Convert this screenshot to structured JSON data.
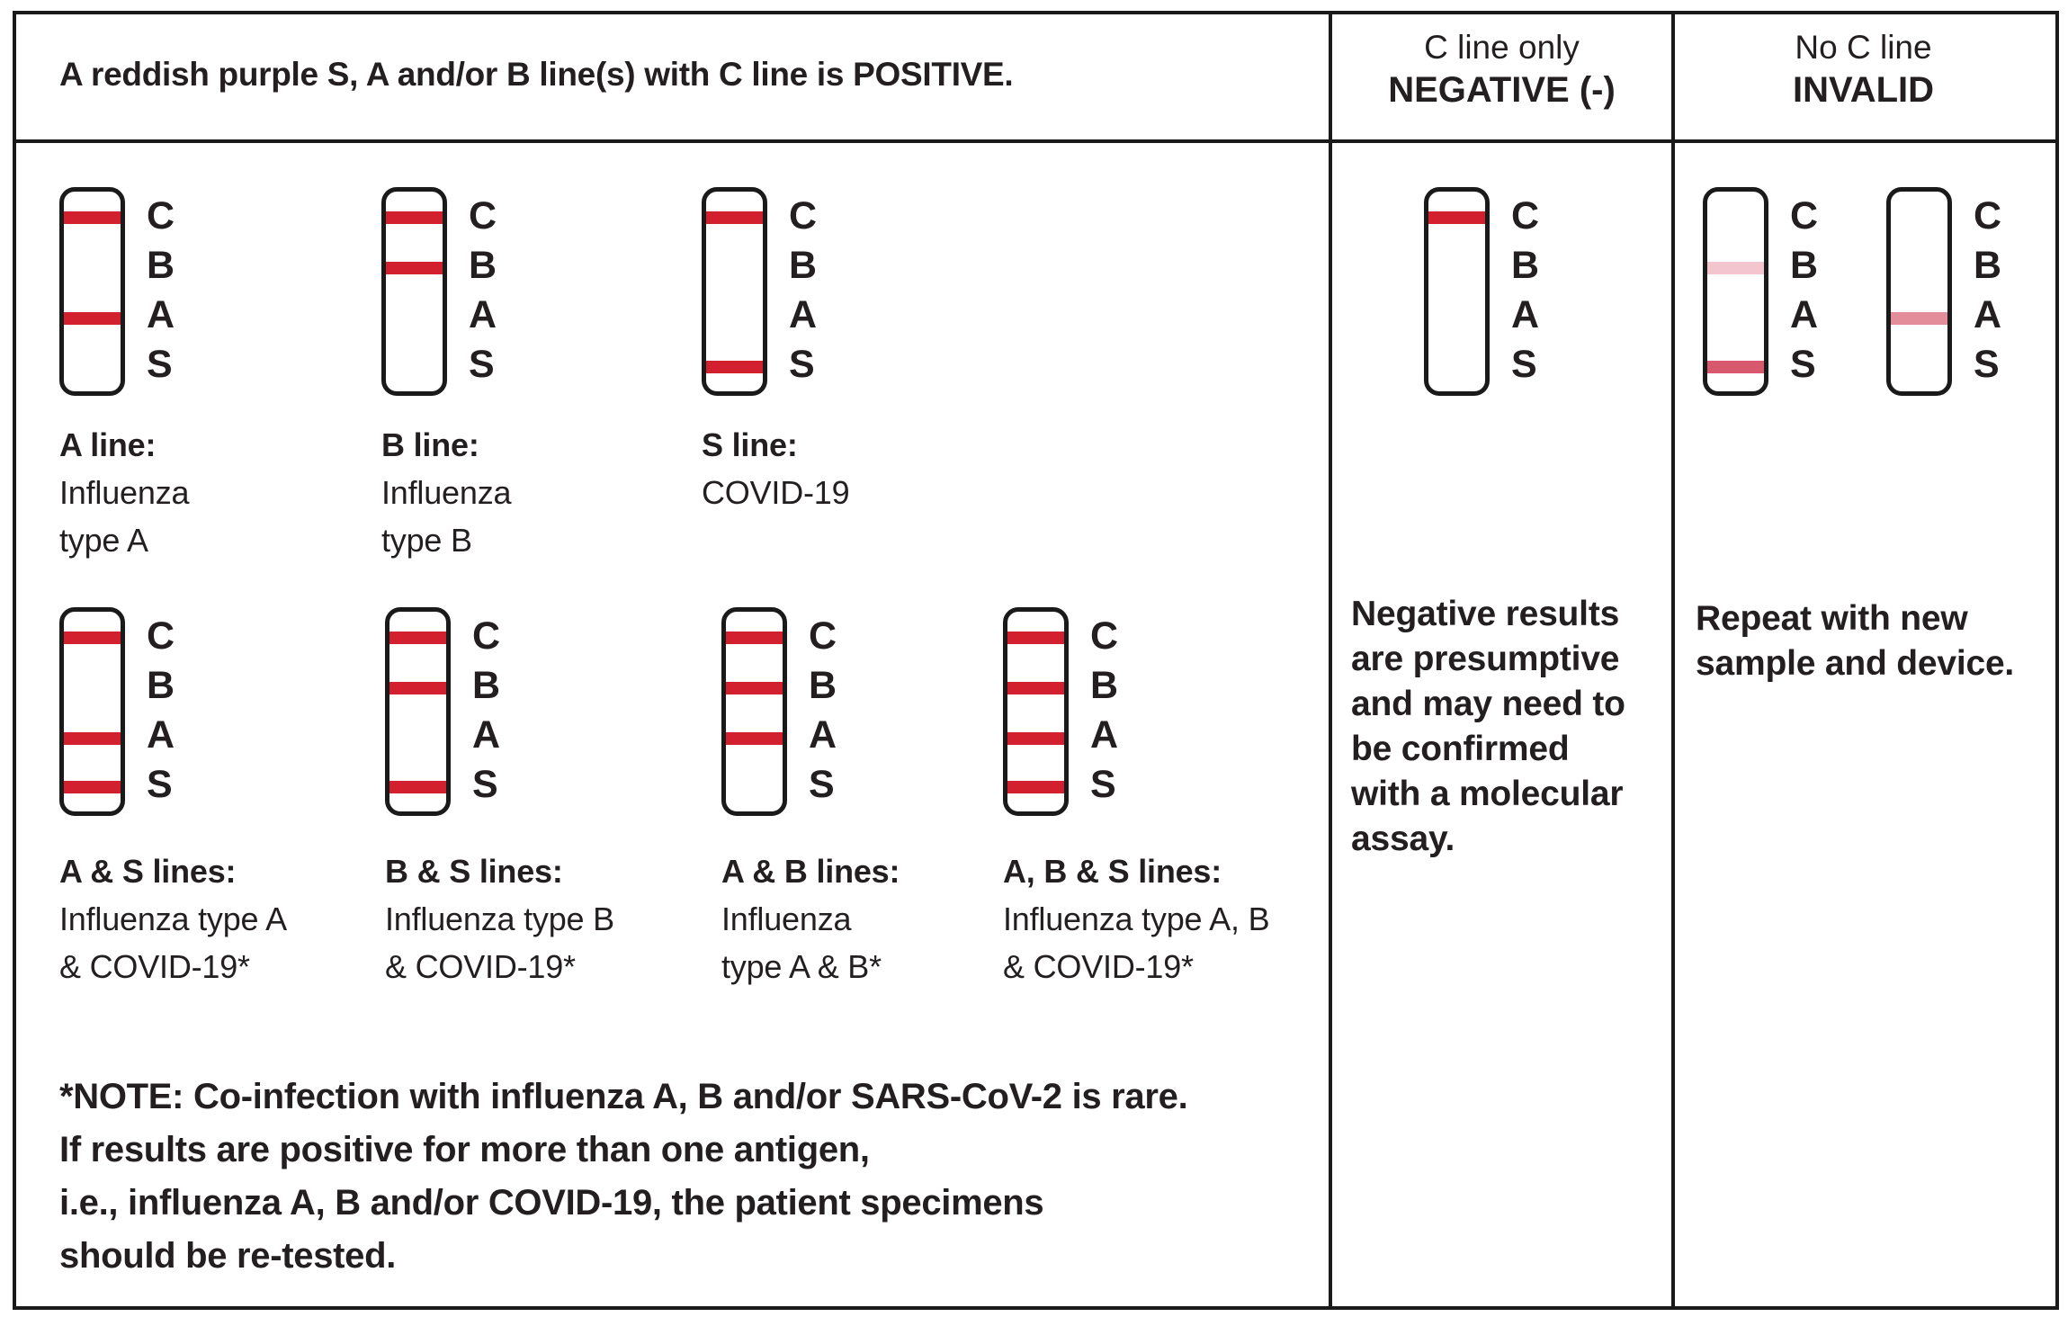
{
  "colors": {
    "line_red": "#d2202f",
    "line_pale_pink": "#f3c6cf",
    "line_medium_pink": "#d8596d",
    "line_light_pink": "#e38d9b",
    "ink": "#231f20",
    "border": "#1a1a1a"
  },
  "header": {
    "positive": "A reddish purple S, A and/or B line(s) with C line is POSITIVE.",
    "negative_line1": "C line only",
    "negative_line2": "NEGATIVE (-)",
    "invalid_line1": "No C line",
    "invalid_line2": "INVALID"
  },
  "strip_labels": [
    "C",
    "B",
    "A",
    "S"
  ],
  "positive": {
    "examples": [
      {
        "lines": [
          "C",
          "A"
        ],
        "title": "A line:",
        "desc": [
          "Influenza",
          "type A"
        ]
      },
      {
        "lines": [
          "C",
          "B"
        ],
        "title": "B line:",
        "desc": [
          "Influenza",
          "type B"
        ]
      },
      {
        "lines": [
          "C",
          "S"
        ],
        "title": "S line:",
        "desc": [
          "COVID-19"
        ]
      },
      {
        "lines": [
          "C",
          "A",
          "S"
        ],
        "title": "A & S lines:",
        "desc": [
          "Influenza type A",
          "& COVID-19*"
        ]
      },
      {
        "lines": [
          "C",
          "B",
          "S"
        ],
        "title": "B & S lines:",
        "desc": [
          "Influenza type B",
          "& COVID-19*"
        ]
      },
      {
        "lines": [
          "C",
          "B",
          "A"
        ],
        "title": "A & B lines:",
        "desc": [
          "Influenza",
          "type A & B*"
        ]
      },
      {
        "lines": [
          "C",
          "B",
          "A",
          "S"
        ],
        "title": "A, B & S lines:",
        "desc": [
          "Influenza type A, B",
          "& COVID-19*"
        ]
      }
    ],
    "note_lines": [
      "*NOTE: Co-infection with influenza A, B and/or SARS-CoV-2 is rare.",
      "If results are positive for more than one antigen,",
      "i.e., influenza A, B and/or COVID-19, the patient specimens",
      "should be re-tested."
    ]
  },
  "negative": {
    "strip_lines": [
      "C"
    ],
    "text_lines": [
      "Negative results",
      "are presumptive",
      "and may need to",
      "be confirmed",
      "with a molecular",
      "assay."
    ]
  },
  "invalid": {
    "strips": [
      {
        "lines": [
          {
            "position": "B",
            "shade": "pale_pink"
          },
          {
            "position": "S",
            "shade": "medium_pink"
          }
        ]
      },
      {
        "lines": [
          {
            "position": "A",
            "shade": "light_pink"
          }
        ]
      }
    ],
    "text_lines": [
      "Repeat with new",
      "sample and device."
    ]
  }
}
